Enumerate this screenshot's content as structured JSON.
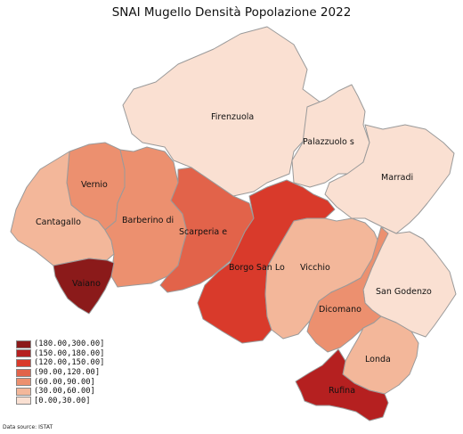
{
  "title": "SNAI Mugello  Densità Popolazione 2022",
  "legend": [
    {
      "label": "(180.00,300.00]",
      "color": "#8b1a1a"
    },
    {
      "label": "(150.00,180.00]",
      "color": "#b52020"
    },
    {
      "label": "(120.00,150.00]",
      "color": "#d93a2b"
    },
    {
      "label": "(90.00,120.00]",
      "color": "#e2634a"
    },
    {
      "label": "(60.00,90.00]",
      "color": "#ec906f"
    },
    {
      "label": "(30.00,60.00]",
      "color": "#f3b79a"
    },
    {
      "label": "[0.00,30.00]",
      "color": "#fae0d2"
    }
  ],
  "municipalities": [
    {
      "id": "firenzuola",
      "label": "Firenzuola",
      "class": "[0.00,30.00]"
    },
    {
      "id": "palazzuolo",
      "label": "Palazzuolo s",
      "class": "[0.00,30.00]"
    },
    {
      "id": "marradi",
      "label": "Marradi",
      "class": "[0.00,30.00]"
    },
    {
      "id": "vernio",
      "label": "Vernio",
      "class": "(60.00,90.00]"
    },
    {
      "id": "cantagallo",
      "label": "Cantagallo",
      "class": "(30.00,60.00]"
    },
    {
      "id": "barberino",
      "label": "Barberino di",
      "class": "(60.00,90.00]"
    },
    {
      "id": "scarperia",
      "label": "Scarperia e",
      "class": "(90.00,120.00]"
    },
    {
      "id": "borgo",
      "label": "Borgo San Lo",
      "class": "(120.00,150.00]"
    },
    {
      "id": "vicchio",
      "label": "Vicchio",
      "class": "(30.00,60.00]"
    },
    {
      "id": "vaiano",
      "label": "Vaiano",
      "class": "(180.00,300.00]"
    },
    {
      "id": "sangodenzo",
      "label": "San Godenzo",
      "class": "[0.00,30.00]"
    },
    {
      "id": "dicomano",
      "label": "Dicomano",
      "class": "(60.00,90.00]"
    },
    {
      "id": "londa",
      "label": "Londa",
      "class": "(30.00,60.00]"
    },
    {
      "id": "rufina",
      "label": "Rufina",
      "class": "(150.00,180.00]"
    }
  ],
  "source": "Data source: ISTAT"
}
